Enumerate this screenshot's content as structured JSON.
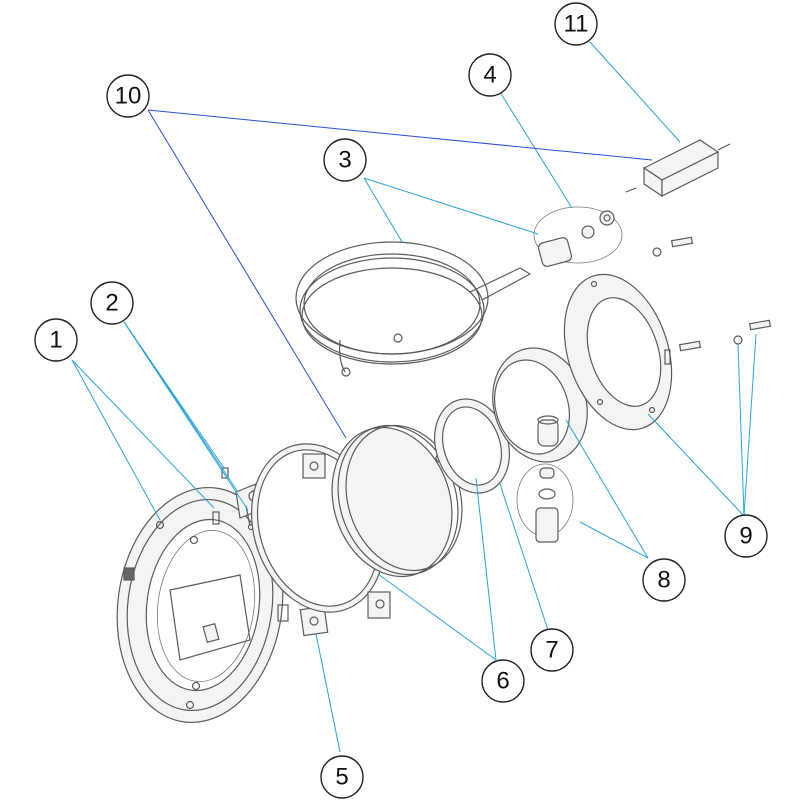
{
  "callouts": [
    {
      "id": "1",
      "label": "1"
    },
    {
      "id": "2",
      "label": "2"
    },
    {
      "id": "3",
      "label": "3"
    },
    {
      "id": "4",
      "label": "4"
    },
    {
      "id": "5",
      "label": "5"
    },
    {
      "id": "6",
      "label": "6"
    },
    {
      "id": "7",
      "label": "7"
    },
    {
      "id": "8",
      "label": "8"
    },
    {
      "id": "9",
      "label": "9"
    },
    {
      "id": "10",
      "label": "10"
    },
    {
      "id": "11",
      "label": "11"
    }
  ],
  "colors": {
    "leader": "#29a3d6",
    "leader_dark": "#2b4fd1",
    "outline": "#5a5a5a"
  }
}
